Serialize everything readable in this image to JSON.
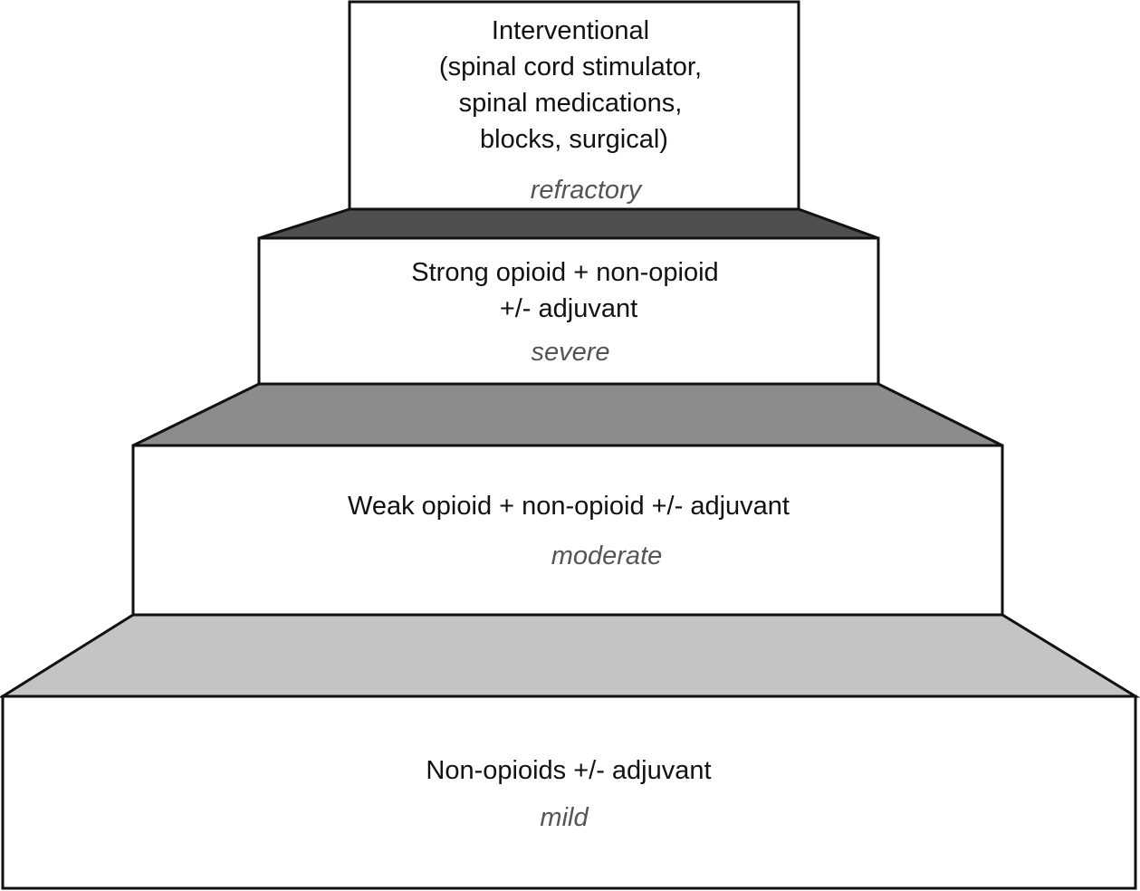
{
  "steps": [
    {
      "id": "refractory",
      "lines": [
        "Interventional",
        "(spinal cord stimulator,",
        "spinal medications,",
        "blocks, surgical)"
      ],
      "severity": "refractory"
    },
    {
      "id": "severe",
      "lines": [
        "Strong opioid + non-opioid",
        "+/- adjuvant"
      ],
      "severity": "severe"
    },
    {
      "id": "moderate",
      "lines": [
        "Weak opioid + non-opioid +/- adjuvant"
      ],
      "severity": "moderate"
    },
    {
      "id": "mild",
      "lines": [
        "Non-opioids +/- adjuvant"
      ],
      "severity": "mild"
    }
  ],
  "colors": {
    "box_fill": "#ffffff",
    "border": "#111111",
    "severity_text": "#555555",
    "band_refractory": "#4f4f4f",
    "band_severe": "#8c8c8c",
    "band_moderate": "#c4c4c4"
  }
}
